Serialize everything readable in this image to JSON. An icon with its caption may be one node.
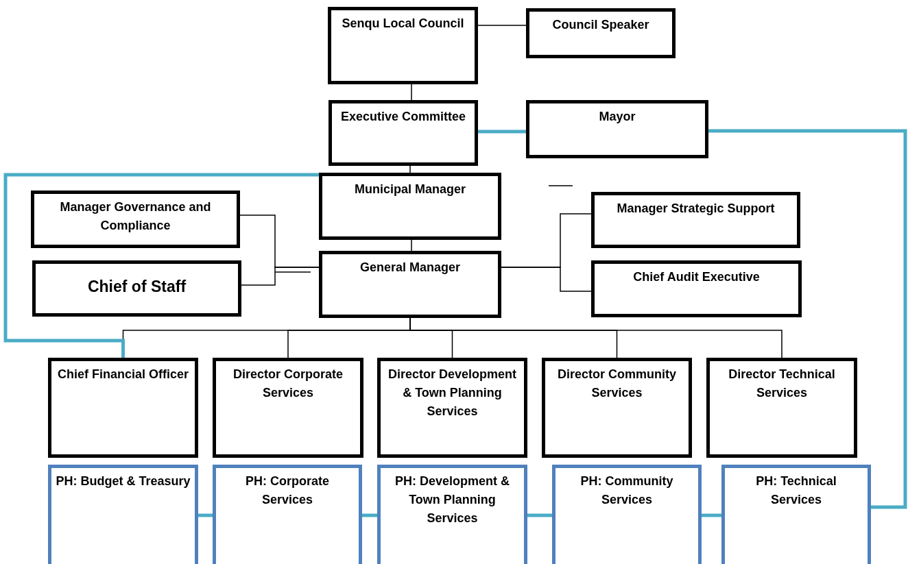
{
  "diagram": {
    "nodes": [
      {
        "text": [
          "Senqu Local Council"
        ]
      },
      {
        "text": [
          "Council Speaker"
        ]
      },
      {
        "text": [
          "Executive Committee"
        ]
      },
      {
        "text": [
          "Mayor"
        ]
      },
      {
        "text": [
          "Municipal Manager"
        ]
      },
      {
        "text": [
          "Manager Governance and Compliance"
        ]
      },
      {
        "text": [
          "Chief of Staff"
        ]
      },
      {
        "text": [
          "General Manager"
        ]
      },
      {
        "text": [
          "Manager Strategic Support"
        ]
      },
      {
        "text": [
          "Chief Audit Executive"
        ]
      },
      {
        "text": [
          "Chief Financial Officer"
        ]
      },
      {
        "text": [
          "Director Corporate Services"
        ]
      },
      {
        "text": [
          "Director Development & Town Planning Services"
        ]
      },
      {
        "text": [
          "Director Community Services"
        ]
      },
      {
        "text": [
          "Director Technical Services"
        ]
      },
      {
        "text": [
          "PH:  Budget & Treasury"
        ]
      },
      {
        "text": [
          "PH:  Corporate Services"
        ]
      },
      {
        "text": [
          "PH:  Development & Town Planning Services"
        ]
      },
      {
        "text": [
          "PH:  Community Services"
        ]
      },
      {
        "text": [
          "PH:  Technical Services"
        ]
      }
    ],
    "edges": [
      {
        "from": 0,
        "to": 1,
        "arrow": "none"
      },
      {
        "from": 0,
        "to": 2,
        "arrow": "none"
      },
      {
        "from": 2,
        "to": 3,
        "arrow": "none",
        "style": "thick",
        "color": "#4bacc6"
      },
      {
        "from": 2,
        "to": 4,
        "arrow": "none"
      },
      {
        "from": 4,
        "to": 7,
        "arrow": "none"
      },
      {
        "from": 5,
        "to": 7,
        "arrow": "none"
      },
      {
        "from": 6,
        "to": 7,
        "arrow": "none"
      },
      {
        "from": 7,
        "to": 8,
        "arrow": "none"
      },
      {
        "from": 7,
        "to": 9,
        "arrow": "none"
      },
      {
        "from": 7,
        "to": 10,
        "arrow": "none"
      },
      {
        "from": 7,
        "to": 11,
        "arrow": "none"
      },
      {
        "from": 7,
        "to": 12,
        "arrow": "none"
      },
      {
        "from": 7,
        "to": 13,
        "arrow": "none"
      },
      {
        "from": 7,
        "to": 14,
        "arrow": "none"
      },
      {
        "from": 4,
        "to": 10,
        "arrow": "none",
        "style": "thick",
        "color": "#4bacc6"
      },
      {
        "from": 3,
        "to": 19,
        "arrow": "none",
        "style": "thick",
        "color": "#4bacc6"
      },
      {
        "from": 15,
        "to": 16,
        "arrow": "none",
        "style": "thick",
        "color": "#4bacc6"
      },
      {
        "from": 16,
        "to": 17,
        "arrow": "none",
        "style": "thick",
        "color": "#4bacc6"
      },
      {
        "from": 17,
        "to": 18,
        "arrow": "none",
        "style": "thick",
        "color": "#4bacc6"
      },
      {
        "from": 18,
        "to": 19,
        "arrow": "none",
        "style": "thick",
        "color": "#4bacc6"
      }
    ]
  }
}
